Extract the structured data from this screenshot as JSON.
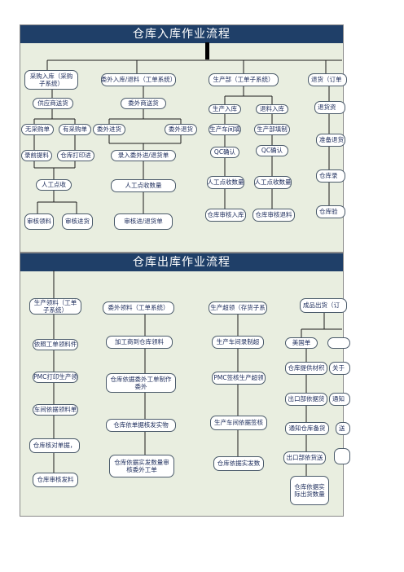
{
  "inbound": {
    "title": "仓库入库作业流程",
    "groups": [
      {
        "label": "采购入库（采购子系统）",
        "sub": [
          "供应商送货"
        ],
        "branches": [
          "无采购单",
          "有采购单"
        ],
        "steps": [
          "录前提料",
          "仓库打印进"
        ],
        "joined": "人工点收",
        "final": [
          "审核领料",
          "审核进货"
        ]
      },
      {
        "label": "委外入库/退料（工单系统）",
        "sub": [
          "委外商送货"
        ],
        "branches": [
          "委外进货",
          "委外退货"
        ],
        "steps": [
          "录入委外进/退货单",
          "人工点收数量"
        ],
        "final": [
          "审核进/退货单"
        ]
      },
      {
        "label": "生产部（工单子系统）",
        "branches": [
          "生产入库",
          "退料入库"
        ],
        "steps_a": [
          "生产车间填",
          "QC确认",
          "人工点收数量",
          "仓库审核入库"
        ],
        "steps_b": [
          "生产部填制",
          "QC确认",
          "人工点收数量",
          "仓库审核退料"
        ]
      },
      {
        "label": "退货（订单",
        "branches": [
          "退货资"
        ],
        "steps": [
          "准备退货",
          "仓库录",
          "仓库验"
        ]
      }
    ]
  },
  "outbound": {
    "title": "仓库出库作业流程",
    "groups": [
      {
        "label": "生产领料（工单子系统）",
        "steps": [
          "依照工单领料件",
          "PMC打印生产领",
          "车间依据领料单",
          "仓库核对单据，",
          "仓库审核发料"
        ]
      },
      {
        "label": "委外领料（工单系统）",
        "steps": [
          "加工商到仓库领料",
          "仓库依据委外工单制作委外",
          "仓库依单据核发实物",
          "仓库依据实发数量审核委外工单"
        ]
      },
      {
        "label": "生产超领（存货子系",
        "steps": [
          "生产车间录制超",
          "PMC签核生产超领",
          "生产车间依据签核",
          "仓库依据实发数"
        ]
      },
      {
        "label": "成品出货（订",
        "steps_a": [
          "美国单",
          "仓库提供材积",
          "出口部依据货",
          "通知仓库备货",
          "出口部依货送",
          "仓库依据实际出货数量"
        ],
        "steps_b": [
          "",
          "关于",
          "通知",
          "送",
          ""
        ]
      }
    ]
  }
}
